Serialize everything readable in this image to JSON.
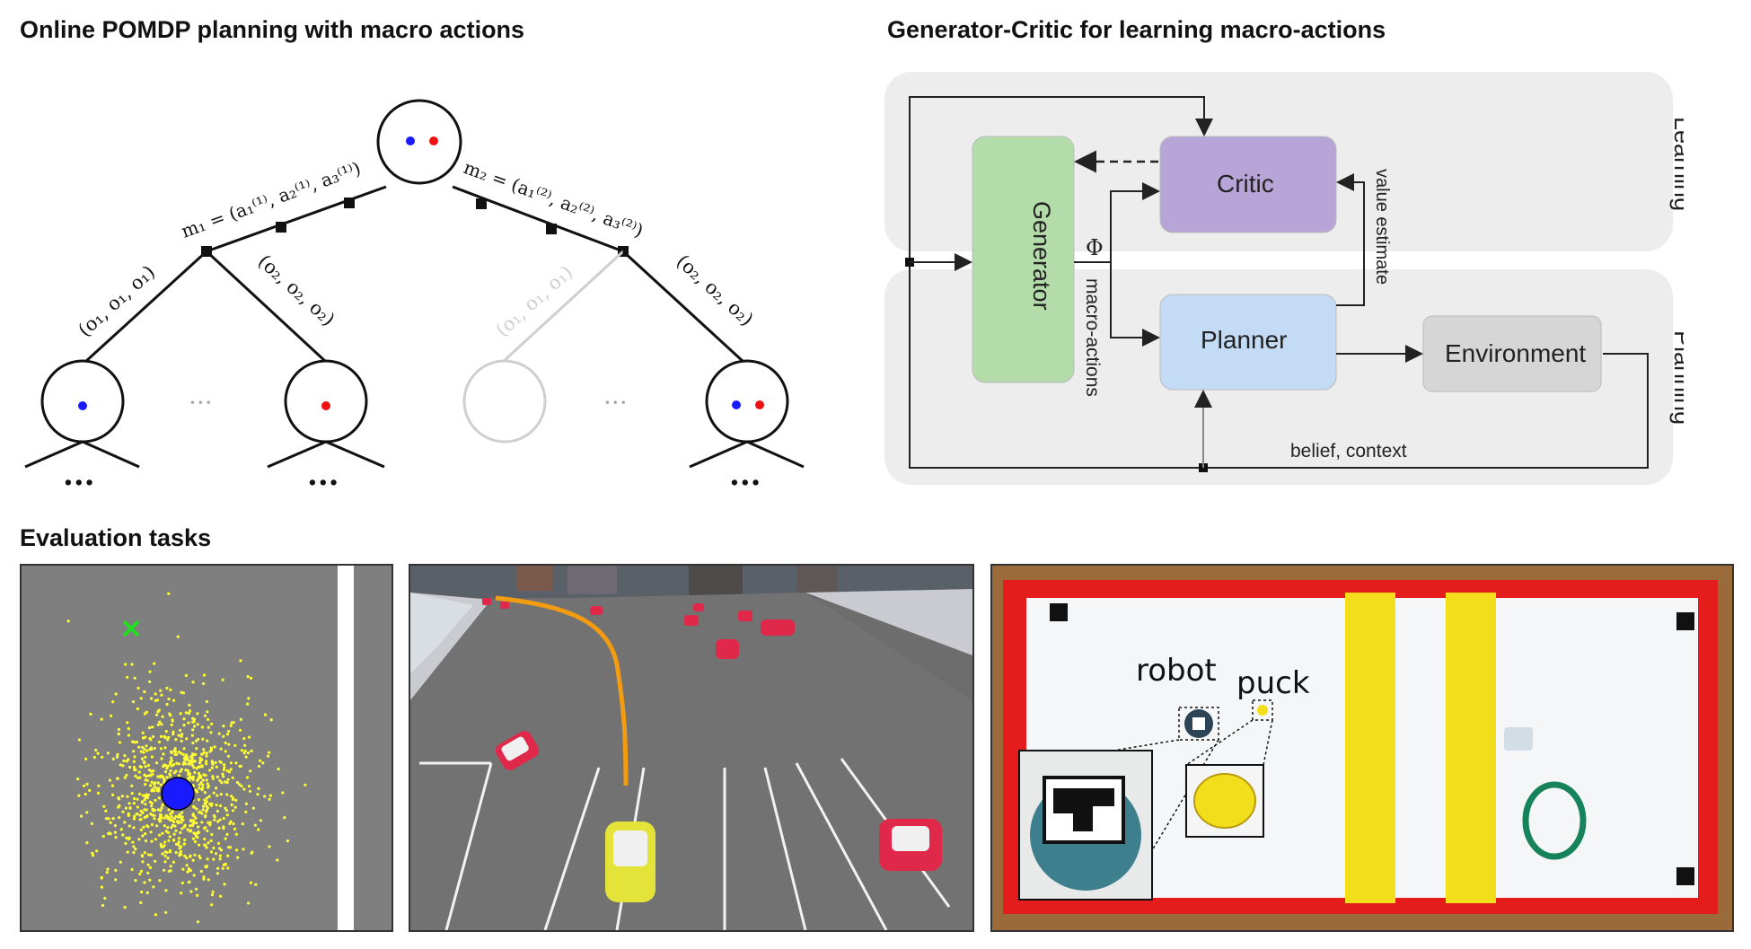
{
  "titles": {
    "pomdp": "Online POMDP planning with macro actions",
    "generator_critic": "Generator-Critic for learning macro-actions",
    "evaluation": "Evaluation tasks"
  },
  "tree": {
    "m1_label": "m₁ = (a₁⁽¹⁾, a₂⁽¹⁾, a₃⁽¹⁾)",
    "m2_label": "m₂ = (a₁⁽²⁾, a₂⁽²⁾, a₃⁽²⁾)",
    "obs1": "(o₁, o₁, o₁)",
    "obs2": "(o₂, o₂, o₂)",
    "obs_faded": "(o₁, o₁, o₁)",
    "obs4": "(o₂, o₂, o₂)",
    "ellipsis": "...",
    "gap_dots": "···"
  },
  "gc": {
    "generator": "Generator",
    "critic": "Critic",
    "planner": "Planner",
    "environment": "Environment",
    "phi": "Φ",
    "macro_actions": "macro-actions",
    "value_estimate": "value estimate",
    "belief_context": "belief, context",
    "learning": "Learning",
    "planning": "Planning"
  },
  "tasks": {
    "robot_label": "robot",
    "puck_label": "puck"
  },
  "colors": {
    "blue_dot": "#1a1aff",
    "red_dot": "#ee1111",
    "generator": "#b3dcaa",
    "critic": "#b7a5d8",
    "planner": "#c4dbf6",
    "environment": "#d6d6d6",
    "band": "#ededed",
    "particles": "#ffff33",
    "goal": "#22dd22",
    "car_red": "#e0294a",
    "car_yellow": "#e3e33a",
    "path_orange": "#f39c12"
  }
}
